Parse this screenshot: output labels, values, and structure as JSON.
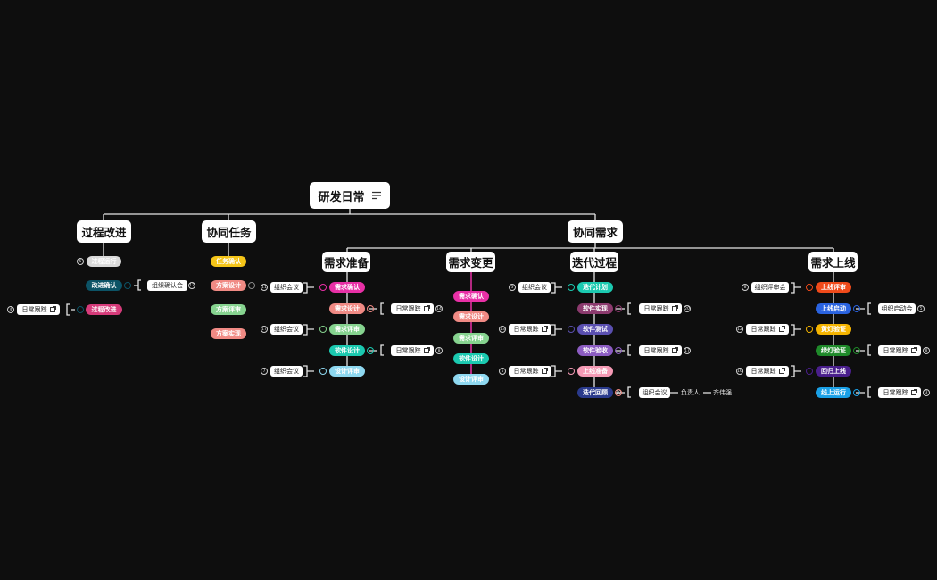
{
  "root": {
    "label": "研发日常",
    "icon": "notes-icon"
  },
  "branches": {
    "improve": "过程改进",
    "task": "协同任务",
    "demand": "协同需求",
    "prep": "需求准备",
    "change": "需求变更",
    "iter": "迭代过程",
    "launch": "需求上线"
  },
  "improve_items": [
    "过程运行",
    "改进确认",
    "过程改进"
  ],
  "task_items": [
    "任务确认",
    "方案设计",
    "方案评审",
    "方案实现"
  ],
  "prep_items": [
    "需求确认",
    "需求设计",
    "需求评审",
    "软件设计",
    "设计评审"
  ],
  "change_items": [
    "需求确认",
    "需求设计",
    "需求评审",
    "软件设计",
    "设计评审"
  ],
  "iter_items": [
    "迭代计划",
    "软件实现",
    "软件测试",
    "软件验收",
    "上线准备",
    "迭代回顾"
  ],
  "launch_items": [
    "上线评审",
    "上线启动",
    "黄灯验证",
    "绿灯验证",
    "回归上线",
    "线上运行"
  ],
  "notes": {
    "org_confirm": "组织确认会",
    "org_meeting": "组织会议",
    "daily_track": "日常跟踪",
    "org_review": "组织评审会",
    "org_start": "组织启动会",
    "owner_label": "负责人",
    "owner_name": "齐伟强"
  },
  "badges": {
    "improve_run": "5",
    "improve_confirm_note": "12",
    "improve_daily": "4",
    "prep_meeting1": "11",
    "prep_daily": "14",
    "prep_meeting2": "17",
    "prep_design_daily": "8",
    "prep_meeting3": "7",
    "iter_meeting": "3",
    "iter_impl_daily": "20",
    "iter_test_daily": "13",
    "iter_accept_daily": "17",
    "iter_prep_daily": "5",
    "iter_retro": "19",
    "launch_review": "8",
    "launch_start_note": "5",
    "launch_yellow_daily": "12",
    "launch_green_daily": "8",
    "launch_back_daily": "16",
    "launch_online_daily": "3"
  },
  "colors": {
    "background": "#0e0e0e",
    "improve": [
      "#d9d9d9",
      "#0c5366",
      "#d63b7a"
    ],
    "task": [
      "#f5c518",
      "#f08a84",
      "#86d38f",
      "#f08a84"
    ],
    "prep": [
      "#e830a6",
      "#f08a84",
      "#86d38f",
      "#1bc9b0",
      "#8ed8f0"
    ],
    "change": [
      "#e830a6",
      "#f08a84",
      "#86d38f",
      "#1bc9b0",
      "#8ed8f0"
    ],
    "iter": [
      "#1bc9b0",
      "#8c3a6e",
      "#5a4fb0",
      "#8c5cc2",
      "#f59ab5",
      "#2a3a8c"
    ],
    "launch": [
      "#f04a1a",
      "#2a63e0",
      "#f5b400",
      "#1f8a2a",
      "#4a1f8c",
      "#1aa0e6"
    ]
  }
}
